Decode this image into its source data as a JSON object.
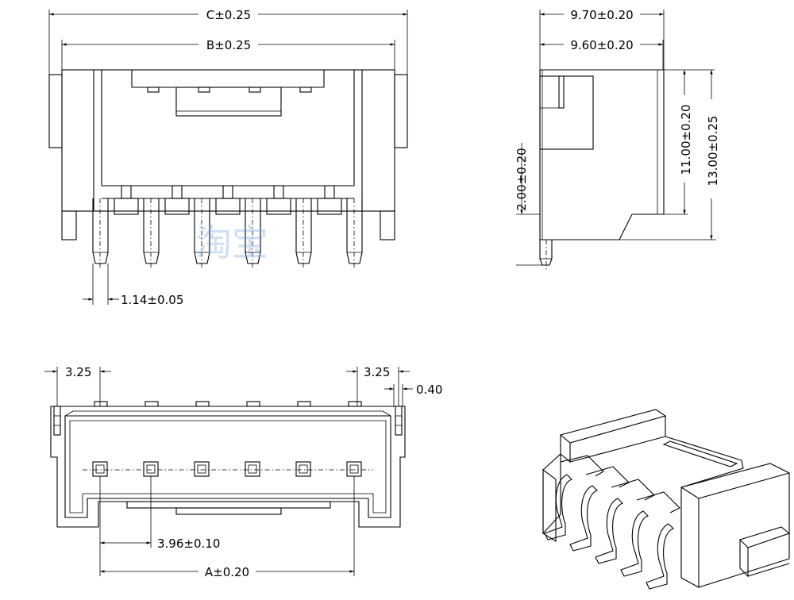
{
  "front_view": {
    "dim_c": "C±0.25",
    "dim_b": "B±0.25",
    "dim_pin_width": "1.14±0.05"
  },
  "side_view": {
    "dim_970": "9.70±0.20",
    "dim_960": "9.60±0.20",
    "dim_1100": "11.00±0.20",
    "dim_1300": "13.00±0.25",
    "dim_200": "2.00±0.20"
  },
  "top_view": {
    "dim_325_left": "3.25",
    "dim_325_right": "3.25",
    "dim_040": "0.40",
    "dim_pitch": "3.96±0.10",
    "dim_a": "A±0.20"
  },
  "watermark": "淘宝"
}
